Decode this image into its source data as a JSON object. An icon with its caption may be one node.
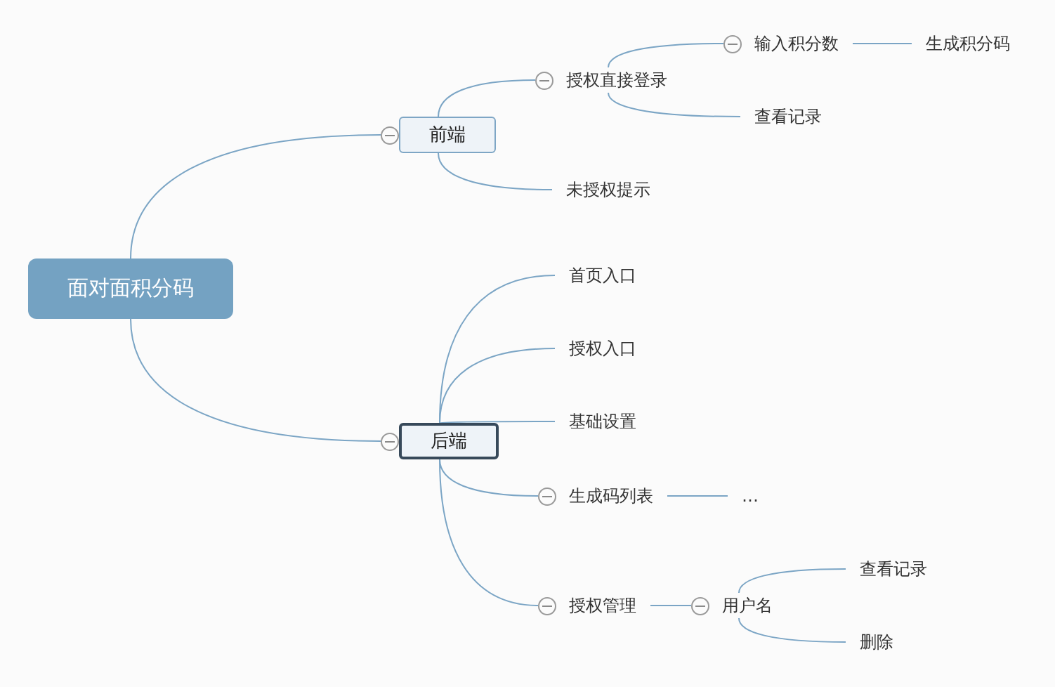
{
  "diagram": {
    "nodes": [
      {
        "text": [
          "面对面积分码"
        ]
      },
      {
        "text": [
          "前端"
        ]
      },
      {
        "text": [
          "授权直接登录"
        ]
      },
      {
        "text": [
          "输入积分数"
        ]
      },
      {
        "text": [
          "生成积分码"
        ]
      },
      {
        "text": [
          "查看记录"
        ]
      },
      {
        "text": [
          "未授权提示"
        ]
      },
      {
        "text": [
          "后端"
        ]
      },
      {
        "text": [
          "首页入口"
        ]
      },
      {
        "text": [
          "授权入口"
        ]
      },
      {
        "text": [
          "基础设置"
        ]
      },
      {
        "text": [
          "生成码列表"
        ]
      },
      {
        "text": [
          "…"
        ]
      },
      {
        "text": [
          "授权管理"
        ]
      },
      {
        "text": [
          "用户名"
        ]
      },
      {
        "text": [
          "查看记录"
        ]
      },
      {
        "text": [
          "删除"
        ]
      }
    ],
    "edges": [
      {
        "from": 0,
        "to": 1,
        "arrow": "none"
      },
      {
        "from": 1,
        "to": 2,
        "arrow": "none"
      },
      {
        "from": 1,
        "to": 6,
        "arrow": "none"
      },
      {
        "from": 2,
        "to": 3,
        "arrow": "none"
      },
      {
        "from": 2,
        "to": 5,
        "arrow": "none"
      },
      {
        "from": 3,
        "to": 4,
        "arrow": "none"
      },
      {
        "from": 0,
        "to": 7,
        "arrow": "none"
      },
      {
        "from": 7,
        "to": 8,
        "arrow": "none"
      },
      {
        "from": 7,
        "to": 9,
        "arrow": "none"
      },
      {
        "from": 7,
        "to": 10,
        "arrow": "none"
      },
      {
        "from": 7,
        "to": 11,
        "arrow": "none"
      },
      {
        "from": 7,
        "to": 13,
        "arrow": "none"
      },
      {
        "from": 11,
        "to": 12,
        "arrow": "none"
      },
      {
        "from": 13,
        "to": 14,
        "arrow": "none"
      },
      {
        "from": 14,
        "to": 15,
        "arrow": "none"
      },
      {
        "from": 14,
        "to": 16,
        "arrow": "none"
      }
    ]
  }
}
